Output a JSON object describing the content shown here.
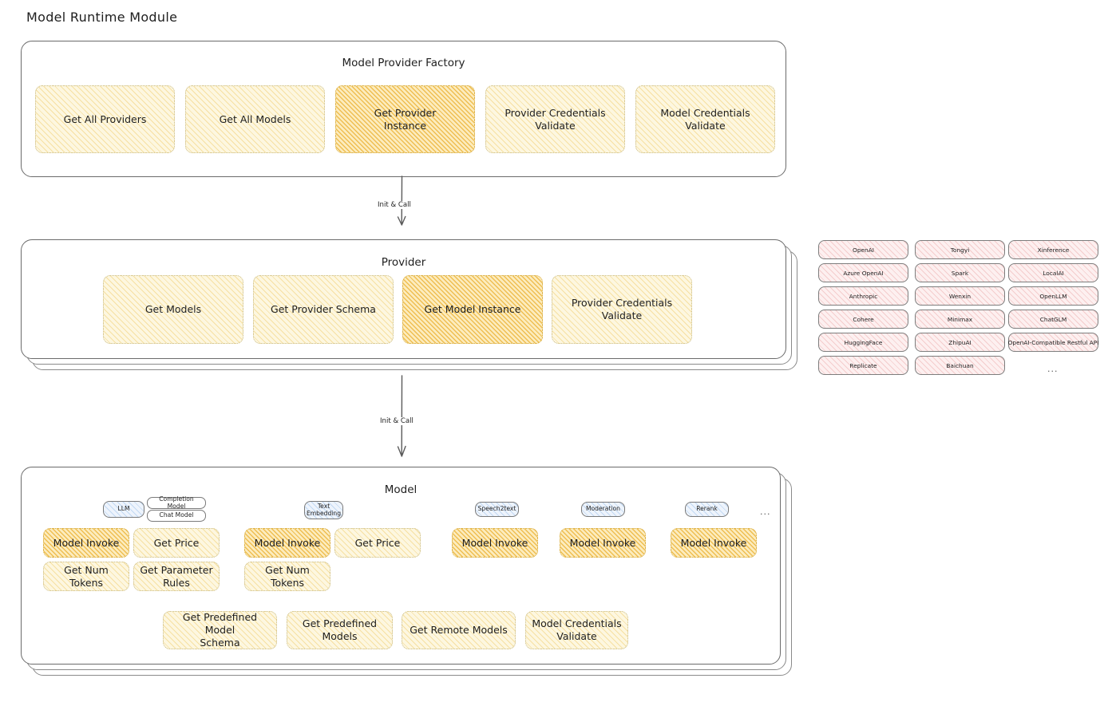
{
  "page": {
    "title": "Model Runtime Module"
  },
  "factory": {
    "title": "Model Provider Factory",
    "items": [
      {
        "label": "Get All Providers",
        "highlighted": false
      },
      {
        "label": "Get All Models",
        "highlighted": false
      },
      {
        "label": "Get Provider\nInstance",
        "highlighted": true
      },
      {
        "label": "Provider Credentials\nValidate",
        "highlighted": false
      },
      {
        "label": "Model Credentials\nValidate",
        "highlighted": false
      }
    ]
  },
  "connector1": {
    "label": "Init & Call"
  },
  "connector2": {
    "label": "Init & Call"
  },
  "provider": {
    "title": "Provider",
    "items": [
      {
        "label": "Get Models",
        "highlighted": false
      },
      {
        "label": "Get Provider Schema",
        "highlighted": false
      },
      {
        "label": "Get Model Instance",
        "highlighted": true
      },
      {
        "label": "Provider Credentials\nValidate",
        "highlighted": false
      }
    ]
  },
  "provider_list": {
    "columns": [
      [
        "OpenAI",
        "Azure OpenAI",
        "Anthropic",
        "Cohere",
        "HuggingFace",
        "Replicate"
      ],
      [
        "Tongyi",
        "Spark",
        "Wenxin",
        "Minimax",
        "ZhipuAI",
        "Baichuan"
      ],
      [
        "Xinference",
        "LocalAI",
        "OpenLLM",
        "ChatGLM",
        "OpenAI-Compatible Restful API"
      ]
    ],
    "more": "..."
  },
  "model": {
    "title": "Model",
    "more": "...",
    "types": [
      {
        "badge": "LLM",
        "sub_badges": [
          "Completion Model",
          "Chat Model"
        ],
        "methods": [
          {
            "label": "Model Invoke",
            "highlighted": true
          },
          {
            "label": "Get Price",
            "highlighted": false
          },
          {
            "label": "Get Num Tokens",
            "highlighted": false
          },
          {
            "label": "Get Parameter\nRules",
            "highlighted": false
          }
        ]
      },
      {
        "badge": "Text\nEmbedding",
        "sub_badges": [],
        "methods": [
          {
            "label": "Model Invoke",
            "highlighted": true
          },
          {
            "label": "Get Price",
            "highlighted": false
          },
          {
            "label": "Get Num Tokens",
            "highlighted": false
          }
        ]
      },
      {
        "badge": "Speech2text",
        "sub_badges": [],
        "methods": [
          {
            "label": "Model Invoke",
            "highlighted": true
          }
        ]
      },
      {
        "badge": "Moderation",
        "sub_badges": [],
        "methods": [
          {
            "label": "Model Invoke",
            "highlighted": true
          }
        ]
      },
      {
        "badge": "Rerank",
        "sub_badges": [],
        "methods": [
          {
            "label": "Model Invoke",
            "highlighted": true
          }
        ]
      }
    ],
    "shared": [
      {
        "label": "Get Predefined Model\nSchema",
        "highlighted": false
      },
      {
        "label": "Get Predefined\nModels",
        "highlighted": false
      },
      {
        "label": "Get Remote Models",
        "highlighted": false
      },
      {
        "label": "Model Credentials\nValidate",
        "highlighted": false
      }
    ]
  },
  "colors": {
    "cream": "#fdf7e0",
    "amber": "#fcecbe",
    "pink": "#fdf0f0",
    "blue": "#eef4fc",
    "stroke": "#6b6b6b",
    "text": "#1e1e1e"
  }
}
